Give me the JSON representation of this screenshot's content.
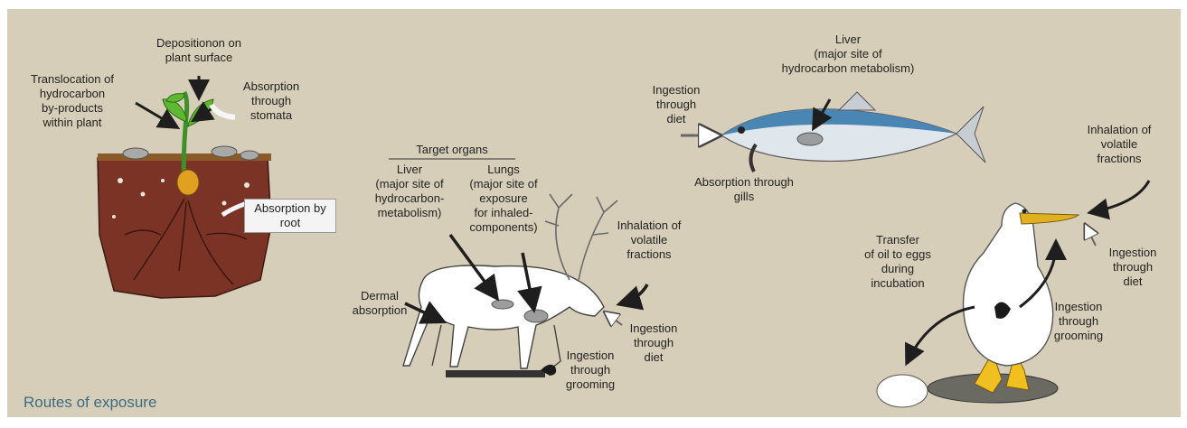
{
  "title": "Routes of exposure",
  "colors": {
    "background": "#d6ceb9",
    "soil": "#7a3325",
    "arrow": "#1e1e1e",
    "title": "#3d6b82",
    "fish": "#4a86b3"
  },
  "plant": {
    "deposition": "Depositionon on\nplant surface",
    "translocation": "Translocation of\nhydrocarbon\nby-products\nwithin plant",
    "stomata": "Absorption\nthrough\nstomata",
    "root": "Absorption by\nroot"
  },
  "reindeer": {
    "target_header": "Target organs",
    "liver": "Liver\n(major site of\nhydrocarbon-\nmetabolism)",
    "lungs": "Lungs\n(major site of\nexposure\nfor inhaled-\ncomponents)",
    "inhalation": "Inhalation of\nvolatile\nfractions",
    "dermal": "Dermal\nabsorption",
    "diet": "Ingestion\nthrough\ndiet",
    "grooming": "Ingestion\nthrough\ngrooming"
  },
  "fish": {
    "liver": "Liver\n(major site of\nhydrocarbon metabolism)",
    "diet": "Ingestion\nthrough\ndiet",
    "gills": "Absorption through\ngills"
  },
  "bird": {
    "inhalation": "Inhalation of\nvolatile\nfractions",
    "diet": "Ingestion\nthrough\ndiet",
    "eggs": "Transfer\nof oil to eggs\nduring\nincubation",
    "grooming": "Ingestion\nthrough\ngrooming"
  }
}
